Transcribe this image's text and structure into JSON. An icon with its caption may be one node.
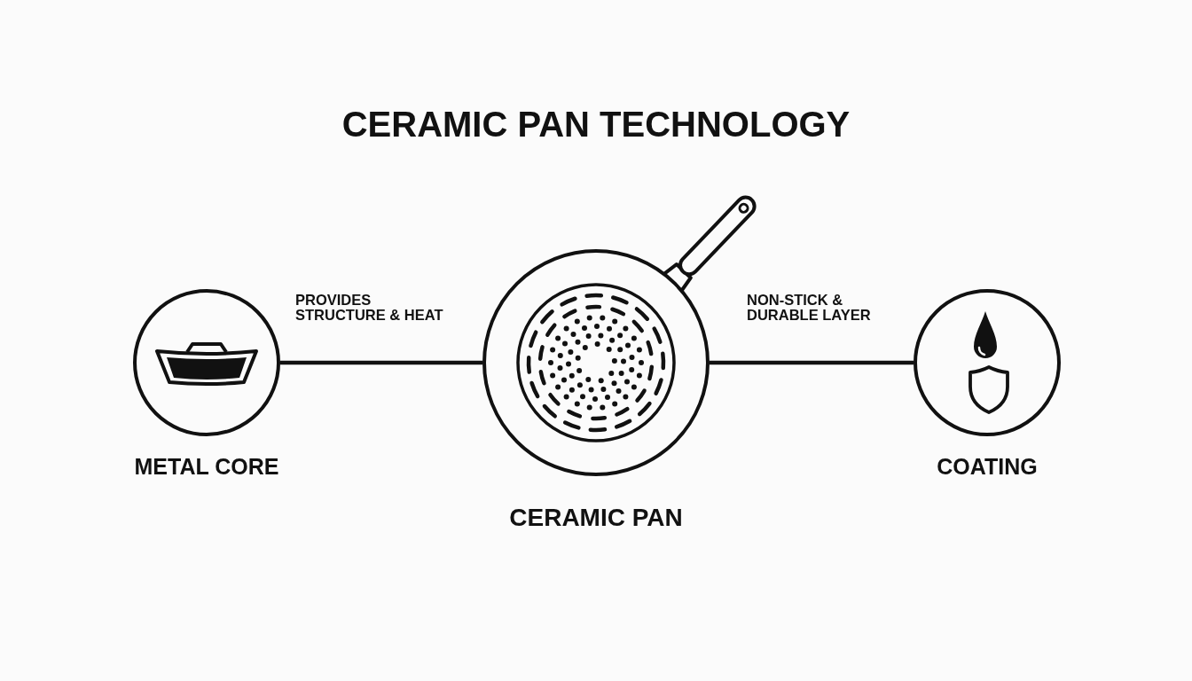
{
  "diagram": {
    "title": "CERAMIC PAN TECHNOLOGY",
    "nodes": [
      {
        "text": [
          "METAL CORE"
        ]
      },
      {
        "text": [
          "CERAMIC PAN"
        ]
      },
      {
        "text": [
          "COATING"
        ]
      }
    ],
    "edges": [
      {
        "from": 0,
        "to": 1,
        "arrow": "none",
        "label": "PROVIDES STRUCTURE & HEAT"
      },
      {
        "from": 1,
        "to": 2,
        "arrow": "none",
        "label": "NON-STICK & DURABLE LAYER"
      }
    ]
  }
}
